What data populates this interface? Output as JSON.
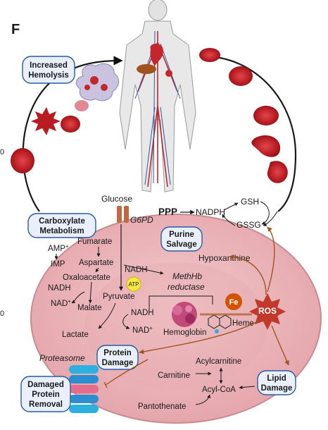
{
  "panel_letter": "F",
  "edge_ticks": {
    "upper": "0",
    "lower": "0"
  },
  "boxes": {
    "hemolysis": [
      "Increased",
      "Hemolysis"
    ],
    "carboxylate": [
      "Carboxylate",
      "Metabolism"
    ],
    "purine": [
      "Purine",
      "Salvage"
    ],
    "protein_damage": [
      "Protein",
      "Damage"
    ],
    "damaged_removal": [
      "Damaged",
      "Protein",
      "Removal"
    ],
    "lipid": [
      "Lipid",
      "Damage"
    ]
  },
  "labels": {
    "glucose": "Glucose",
    "g6pd": "G6PD",
    "ppp": "PPP",
    "nadph": "NADPH",
    "gsh": "GSH",
    "gssg": "GSSG",
    "amp": "AMP",
    "amp_sup": "+",
    "imp": "IMP",
    "fumarate": "Fumarate",
    "aspartate": "Aspartate",
    "oxaloacetate": "Oxaloacetate",
    "nadh_left": "NADH",
    "nad_left": "NAD",
    "nad_left_sup": "+",
    "malate": "Malate",
    "pyruvate": "Pyruvate",
    "lactate": "Lactate",
    "nadh_mid": "NADH",
    "atp": "ATP",
    "nadh_low": "NADH",
    "nad_low": "NAD",
    "nad_low_sup": "+",
    "methhb_1": "MethHb",
    "methhb_2": "reductase",
    "hypoxanthine": "Hypoxanthine",
    "fe": "Fe",
    "ros": "ROS",
    "heme": "Heme",
    "hemoglobin": "Hemoglobin",
    "proteasome": "Proteasome",
    "acylcarnitine": "Acylcarnitine",
    "carnitine": "Carnitine",
    "acylcoa": "Acyl-CoA",
    "pantothenate": "Pantothenate"
  },
  "colors": {
    "cell_fill": "#ebb8bc",
    "cell_stroke": "#c98a90",
    "box_fill": "#e9f0fb",
    "box_stroke": "#2a5aa8",
    "rbc": "#c5262c",
    "ros": "#c0392b",
    "fe": "#d35400",
    "atp": "#f4e842",
    "proteasome_blue": "#2bb0e0",
    "proteasome_pink": "#e36d8f",
    "brown_arrow": "#a0531f"
  }
}
